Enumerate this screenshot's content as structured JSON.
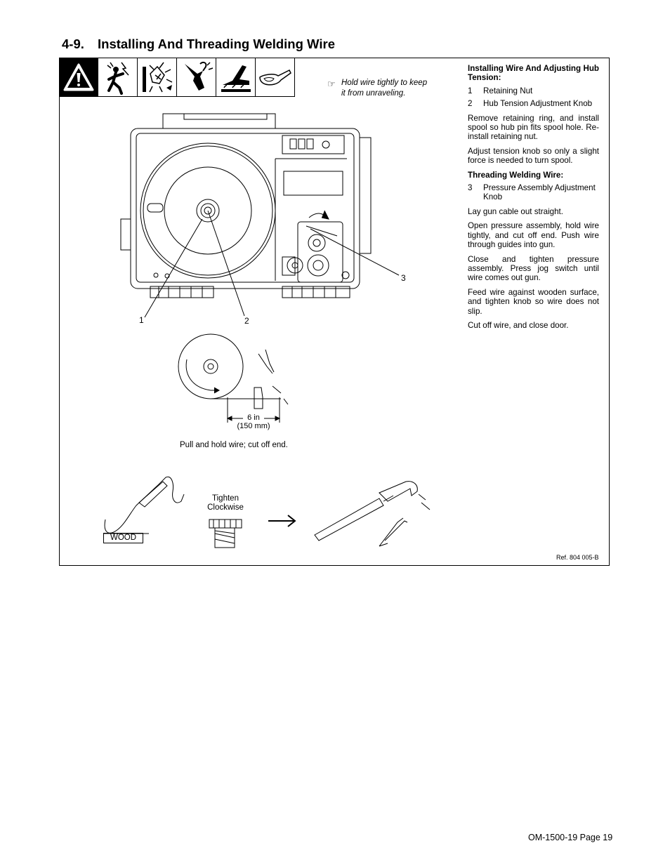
{
  "section": {
    "number": "4-9.",
    "title": "Installing And Threading Welding Wire"
  },
  "safety_icons": [
    {
      "name": "warning-triangle-icon"
    },
    {
      "name": "electric-shock-icon"
    },
    {
      "name": "sparks-fire-icon"
    },
    {
      "name": "hand-pinch-icon"
    },
    {
      "name": "hot-parts-icon"
    },
    {
      "name": "safety-glasses-icon"
    }
  ],
  "note": {
    "icon": "pointing-hand-icon",
    "line1": "Hold wire tightly to keep",
    "line2": "it from unraveling."
  },
  "callouts": {
    "c1": "1",
    "c2": "2",
    "c3": "3"
  },
  "dimension": {
    "line1": "6 in",
    "line2": "(150 mm)"
  },
  "captions": {
    "cut_wire": "Pull and hold wire; cut off end.",
    "wood": "WOOD",
    "tighten_line1": "Tighten",
    "tighten_line2": "Clockwise"
  },
  "instructions": {
    "hub_heading": "Installing Wire And Adjusting Hub Tension:",
    "hub_items": [
      {
        "num": "1",
        "text": "Retaining Nut"
      },
      {
        "num": "2",
        "text": "Hub Tension Adjustment Knob"
      }
    ],
    "hub_paragraphs": [
      "Remove retaining ring, and install spool so hub pin fits spool hole. Re-install retaining nut.",
      "Adjust tension knob so only a slight force is needed to turn spool."
    ],
    "thread_heading": "Threading Welding Wire:",
    "thread_items": [
      {
        "num": "3",
        "text": "Pressure Assembly Adjustment Knob"
      }
    ],
    "thread_paragraphs": [
      "Lay gun cable out straight.",
      "Open pressure assembly, hold wire tightly, and cut off end. Push wire through guides into gun.",
      "Close and tighten pressure assembly. Press jog switch until wire comes out gun.",
      "Feed wire against wooden surface, and tighten knob so wire does not slip.",
      "Cut off wire, and close door."
    ]
  },
  "ref": "Ref. 804 005-B",
  "footer": "OM-1500-19 Page 19"
}
